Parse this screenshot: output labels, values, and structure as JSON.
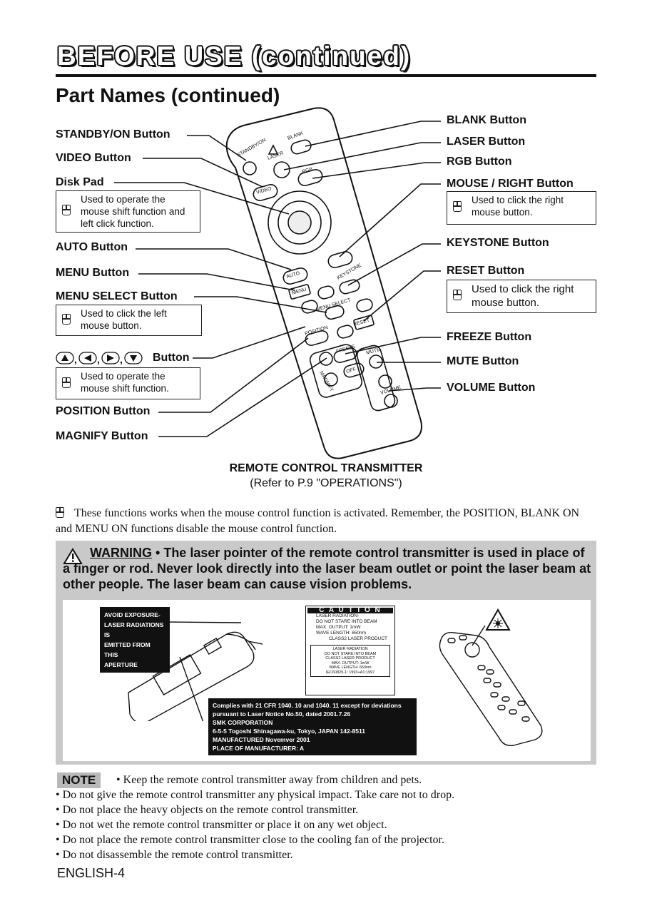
{
  "header": {
    "title": "BEFORE USE (continued)",
    "subtitle": "Part Names (continued)"
  },
  "labels_left": {
    "standby": "STANDBY/ON Button",
    "video": "VIDEO Button",
    "disk_pad": "Disk Pad",
    "disk_pad_note": "Used to operate the mouse shift function and left click function.",
    "auto": "AUTO Button",
    "menu": "MENU Button",
    "menu_select": "MENU SELECT Button",
    "menu_select_note": "Used to click the left mouse button.",
    "arrows_suffix": "Button",
    "arrows_note": "Used to operate the mouse shift function.",
    "position": "POSITION Button",
    "magnify": "MAGNIFY Button"
  },
  "labels_right": {
    "blank": "BLANK Button",
    "laser": "LASER Button",
    "rgb": "RGB Button",
    "mouse_right": "MOUSE / RIGHT Button",
    "mouse_right_note": "Used to click the right mouse button.",
    "keystone": "KEYSTONE Button",
    "reset": "RESET Button",
    "reset_note": "Used to click the right mouse button.",
    "freeze": "FREEZE Button",
    "mute": "MUTE Button",
    "volume": "VOLUME Button"
  },
  "remote_text": {
    "standby": "STANDBY/ON",
    "laser": "LASER",
    "blank": "BLANK",
    "video": "VIDEO",
    "rgb": "RGB",
    "auto": "AUTO",
    "keystone": "KEYSTONE",
    "menu": "MENU",
    "menu_select": "MENU SELECT",
    "reset": "RESET",
    "position": "POSITION",
    "freeze": "FREEZE",
    "mute": "MUTE",
    "magnify": "MAGNIFY",
    "off": "OFF",
    "volume": "VOLUME"
  },
  "caption": {
    "title": "REMOTE CONTROL TRANSMITTER",
    "ref": "(Refer to P.9 \"OPERATIONS\")"
  },
  "mouse_note": "These functions works when the mouse control function is activated. Remember, the POSITION, BLANK ON and MENU ON functions disable the mouse control function.",
  "warning": {
    "label": "WARNING",
    "text": "• The laser pointer of the remote control transmitter is used in place of a finger or rod. Never look directly into the laser beam outlet or point the laser beam at other people. The laser beam can cause vision problems."
  },
  "laser_panel": {
    "exposure": [
      "AVOID  EXPOSURE-",
      "LASER RADIATIONS IS",
      "EMITTED  FROM  THIS",
      "APERTURE"
    ],
    "caution_title": "C A U T I O N",
    "caution_lines": [
      "LASER  RADIATION-",
      "DO NOT STARE INTO BEAM",
      "MAX. OUTPUT:  1mW",
      "WAVE LENGTH:  650nm",
      "CLASS2 LASER PRODUCT"
    ],
    "small_lines": [
      "LASER RADIATION",
      "DO NOT STARE INTO BEAM",
      "CLASS2 LASER PRODUCT",
      "MAX.  OUTPUT:  1mW",
      "WAVE LENGTH:  650nm",
      "IEC60825-1: 1993+A1:1997"
    ],
    "comply_lines": [
      "Complies with 21 CFR 1040. 10 and 1040. 11 except for deviations",
      "pursuant  to  Laser  Notice  No.50,  dated  2001.7.26",
      "SMK CORPORATION",
      "6-5-5  Togoshi  Shinagawa-ku,  Tokyo,  JAPAN 142-8511",
      "MANUFACTURED    Novemver  2001",
      "PLACE  OF   MANUFACTURER:  A"
    ]
  },
  "note": {
    "label": "NOTE",
    "items": [
      "• Keep the remote control transmitter away from children and pets.",
      "• Do not give the remote control transmitter any physical impact. Take care not to drop.",
      "• Do not place the heavy objects on the remote control transmitter.",
      "• Do not wet the remote control transmitter or place it on any wet object.",
      "• Do not place the remote control transmitter close to the cooling fan of the projector.",
      "• Do not disassemble the remote control transmitter."
    ]
  },
  "footer": {
    "page": "ENGLISH-4"
  },
  "colors": {
    "warning_bg": "#c9c9c9",
    "note_bg": "#b9b9b9",
    "ink": "#111111"
  }
}
